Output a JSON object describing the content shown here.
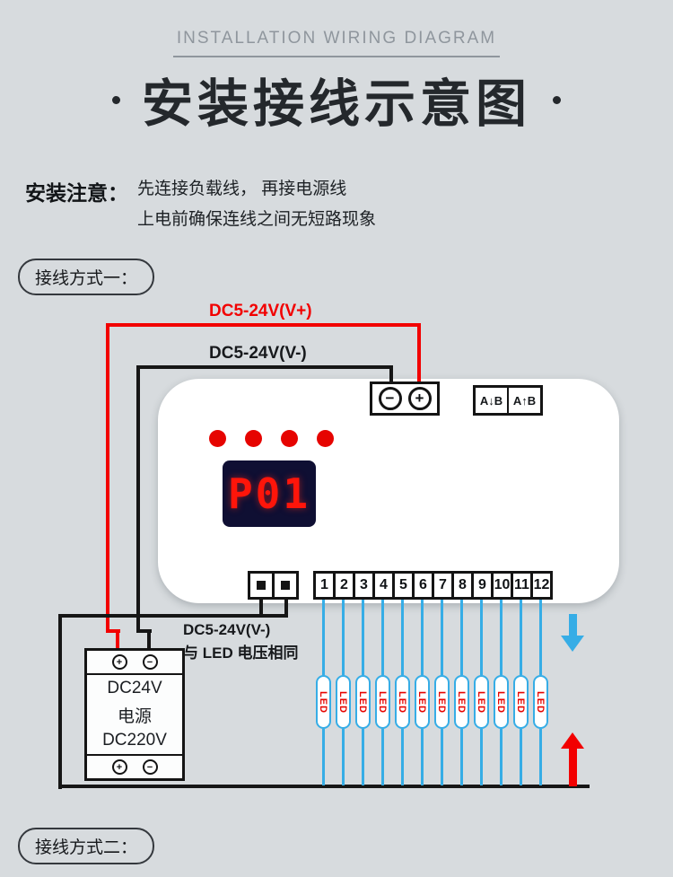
{
  "colors": {
    "background": "#d7dbde",
    "wire_red": "#f20000",
    "wire_black": "#161616",
    "wire_blue": "#36ade6",
    "display_bg": "#0f0f33",
    "display_red": "#ff150a",
    "indicator_red": "#e60400",
    "title_dark": "#24282c",
    "subtitle_gray": "#8f969d"
  },
  "header": {
    "subtitle": "INSTALLATION WIRING DIAGRAM",
    "title": "安装接线示意图"
  },
  "notice": {
    "label": "安装注意：",
    "line1": "先连接负载线， 再接电源线",
    "line2": "上电前确保连线之间无短路现象"
  },
  "sections": {
    "method1_label": "接线方式一：",
    "method2_label": "接线方式二："
  },
  "wiring": {
    "vplus_label": "DC5-24V(V+)",
    "vminus_label": "DC5-24V(V-)",
    "load_vminus_label": "DC5-24V(V-)",
    "load_vminus_note": "与 LED 电压相同"
  },
  "controller": {
    "display_value": "P01",
    "power_terminal_minus": "−",
    "power_terminal_plus": "+",
    "dip_left": "A↓B",
    "dip_right": "A↑B",
    "outputs": [
      "1",
      "2",
      "3",
      "4",
      "5",
      "6",
      "7",
      "8",
      "9",
      "10",
      "11",
      "12"
    ]
  },
  "psu": {
    "terminal_plus": "+",
    "terminal_minus": "−",
    "voltage_out": "DC24V",
    "name": "电源",
    "voltage_in": "DC220V"
  },
  "led": {
    "label": "LED"
  }
}
